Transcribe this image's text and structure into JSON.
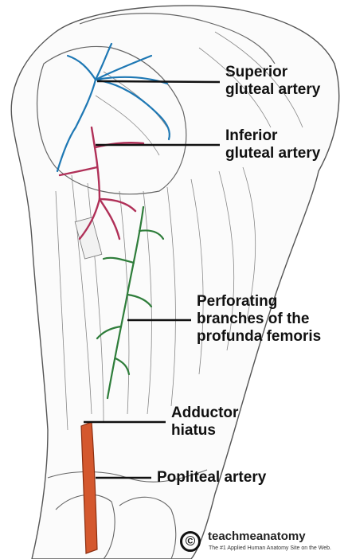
{
  "labels": {
    "superior": [
      "Superior",
      "gluteal artery"
    ],
    "inferior": [
      "Inferior",
      "gluteal artery"
    ],
    "perforating": [
      "Perforating",
      "branches of the",
      "profunda femoris"
    ],
    "hiatus": [
      "Adductor",
      "hiatus"
    ],
    "popliteal": [
      "Popliteal artery"
    ]
  },
  "watermark": {
    "symbol": "©",
    "name": "teachmeanatomy",
    "tagline": "The #1 Applied Human Anatomy Site on the Web."
  },
  "colors": {
    "superior_gluteal": "#1e78b4",
    "inferior_gluteal": "#b03058",
    "perforating": "#2e7d3a",
    "popliteal": "#d4582e",
    "outline": "#555555"
  }
}
